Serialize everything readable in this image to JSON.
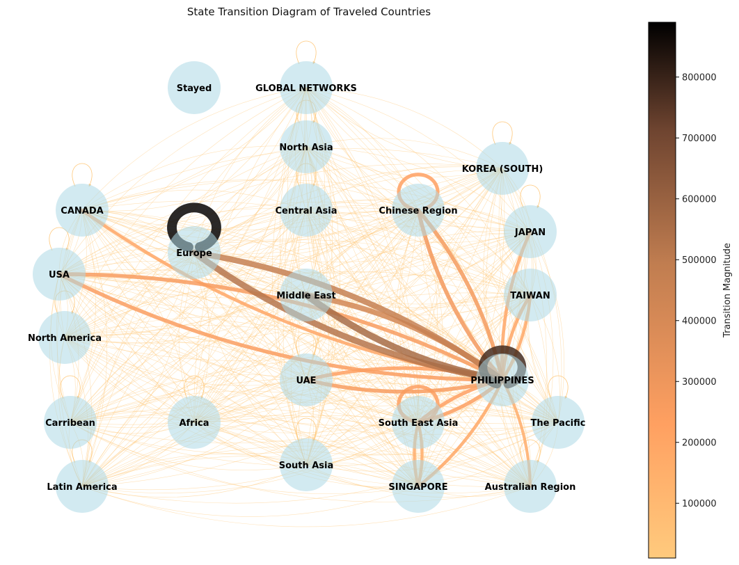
{
  "title": "State Transition Diagram of Traveled Countries",
  "colors": {
    "node_fill": "#add8e6",
    "cmap": [
      "#ffca7d",
      "#ffa061",
      "#c07d50",
      "#6e4430",
      "#000000"
    ]
  },
  "colorbar": {
    "label": "Transition Magnitude",
    "min": 10000,
    "max": 890000,
    "ticks": [
      "100000",
      "200000",
      "300000",
      "400000",
      "500000",
      "600000",
      "700000",
      "800000"
    ]
  },
  "nodes": [
    {
      "id": "stayed",
      "label": "Stayed"
    },
    {
      "id": "global",
      "label": "GLOBAL NETWORKS"
    },
    {
      "id": "northasia",
      "label": "North Asia"
    },
    {
      "id": "korea",
      "label": "KOREA (SOUTH)"
    },
    {
      "id": "canada",
      "label": "CANADA"
    },
    {
      "id": "centralasia",
      "label": "Central Asia"
    },
    {
      "id": "chinese",
      "label": "Chinese Region"
    },
    {
      "id": "japan",
      "label": "JAPAN"
    },
    {
      "id": "europe",
      "label": "Europe"
    },
    {
      "id": "usa",
      "label": "USA"
    },
    {
      "id": "middleeast",
      "label": "Middle East"
    },
    {
      "id": "taiwan",
      "label": "TAIWAN"
    },
    {
      "id": "northamerica",
      "label": "North America"
    },
    {
      "id": "uae",
      "label": "UAE"
    },
    {
      "id": "philippines",
      "label": "PHILIPPINES"
    },
    {
      "id": "carribean",
      "label": "Carribean"
    },
    {
      "id": "africa",
      "label": "Africa"
    },
    {
      "id": "sea",
      "label": "South East Asia"
    },
    {
      "id": "pacific",
      "label": "The Pacific"
    },
    {
      "id": "southasia",
      "label": "South Asia"
    },
    {
      "id": "latam",
      "label": "Latin America"
    },
    {
      "id": "singapore",
      "label": "SINGAPORE"
    },
    {
      "id": "australia",
      "label": "Australian Region"
    }
  ],
  "major_edges": [
    {
      "from": "europe",
      "to": "europe",
      "value": 880000
    },
    {
      "from": "philippines",
      "to": "philippines",
      "value": 780000
    },
    {
      "from": "europe",
      "to": "philippines",
      "value": 520000
    },
    {
      "from": "philippines",
      "to": "europe",
      "value": 470000
    },
    {
      "from": "middleeast",
      "to": "philippines",
      "value": 560000
    },
    {
      "from": "philippines",
      "to": "middleeast",
      "value": 420000
    },
    {
      "from": "usa",
      "to": "philippines",
      "value": 250000
    },
    {
      "from": "philippines",
      "to": "usa",
      "value": 260000
    },
    {
      "from": "canada",
      "to": "philippines",
      "value": 200000
    },
    {
      "from": "chinese",
      "to": "chinese",
      "value": 230000
    },
    {
      "from": "chinese",
      "to": "philippines",
      "value": 280000
    },
    {
      "from": "philippines",
      "to": "chinese",
      "value": 270000
    },
    {
      "from": "sea",
      "to": "sea",
      "value": 240000
    },
    {
      "from": "sea",
      "to": "philippines",
      "value": 240000
    },
    {
      "from": "philippines",
      "to": "sea",
      "value": 230000
    },
    {
      "from": "uae",
      "to": "philippines",
      "value": 260000
    },
    {
      "from": "philippines",
      "to": "uae",
      "value": 230000
    },
    {
      "from": "japan",
      "to": "philippines",
      "value": 200000
    },
    {
      "from": "taiwan",
      "to": "philippines",
      "value": 200000
    },
    {
      "from": "philippines",
      "to": "taiwan",
      "value": 190000
    },
    {
      "from": "singapore",
      "to": "philippines",
      "value": 190000
    },
    {
      "from": "sea",
      "to": "singapore",
      "value": 170000
    },
    {
      "from": "singapore",
      "to": "sea",
      "value": 170000
    },
    {
      "from": "australia",
      "to": "philippines",
      "value": 160000
    }
  ]
}
